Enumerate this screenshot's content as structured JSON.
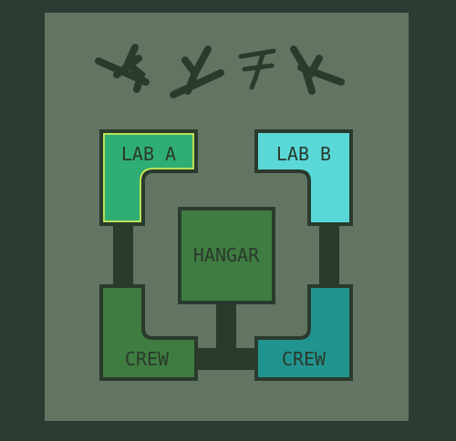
{
  "title_glyphs": "alien-script-glyphs",
  "rooms": {
    "lab_a": {
      "label": "LAB A",
      "color": "#2fae74",
      "selected": true,
      "highlight_color": "#e6f04a"
    },
    "lab_b": {
      "label": "LAB B",
      "color": "#5ad8d8",
      "selected": false
    },
    "hangar": {
      "label": "HANGAR",
      "color": "#3f7c41",
      "selected": false
    },
    "crew_left": {
      "label": "CREW",
      "color": "#3f7c41",
      "selected": false
    },
    "crew_right": {
      "label": "CREW",
      "color": "#22948f",
      "selected": false
    }
  },
  "colors": {
    "frame": "#2e3b33",
    "panel": "#627562",
    "wall": "#2a3a2c",
    "corridor": "#2a3a2c"
  }
}
